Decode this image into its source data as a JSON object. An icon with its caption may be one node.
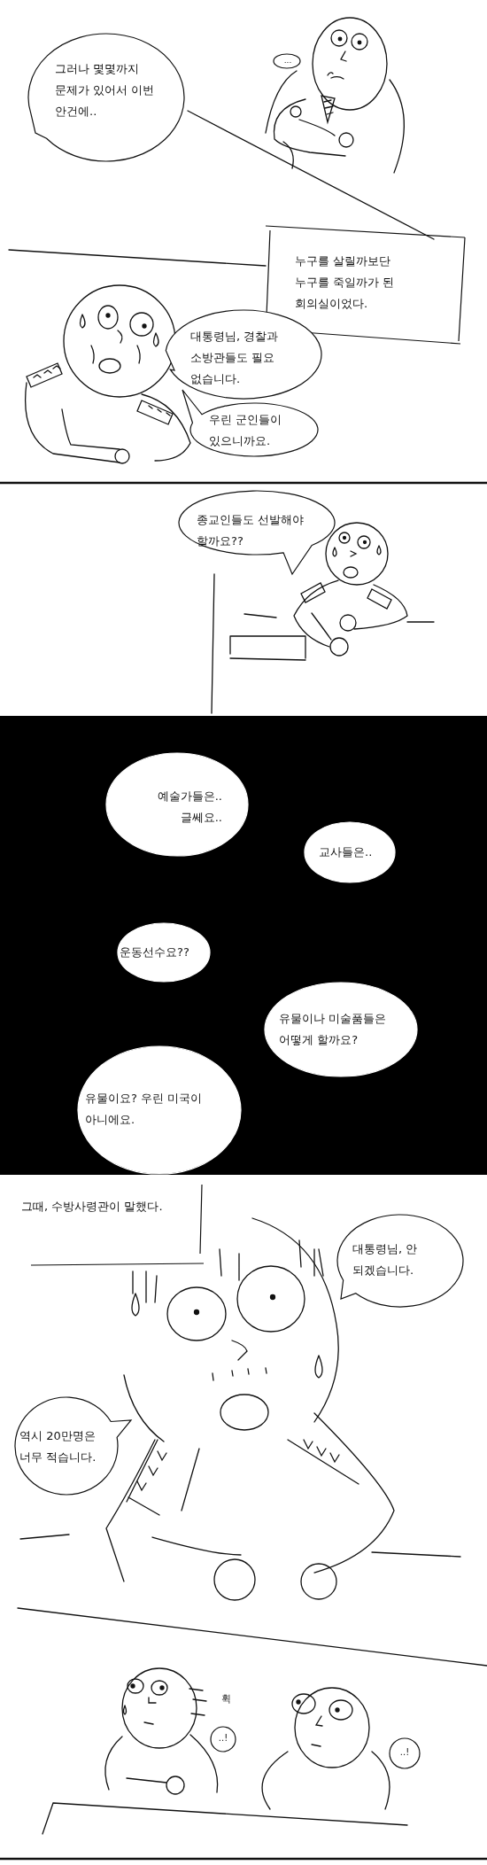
{
  "diagram": {
    "nodes": [
      {
        "text": [
          "그러나 몇몇까지 문제가 있어서 이번 안건에.."
        ]
      },
      {
        "text": [
          "..."
        ]
      },
      {
        "text": [
          "누구를 살릴까보단 누구를 죽일까가 된 회의실이었다."
        ]
      },
      {
        "text": [
          "대통령님, 경찰과 소방관들도 필요 없습니다."
        ]
      },
      {
        "text": [
          "우린 군인들이 있으니까요."
        ]
      },
      {
        "text": [
          "종교인들도 선발해야 할까요??"
        ]
      },
      {
        "text": [
          "예술가들은.. 글쎄요.."
        ]
      },
      {
        "text": [
          "교사들은.."
        ]
      },
      {
        "text": [
          "운동선수요??"
        ]
      },
      {
        "text": [
          "유물이나 미술품들은 어떻게 할까요?"
        ]
      },
      {
        "text": [
          "유물이요? 우린 미국이 아니에요."
        ]
      },
      {
        "text": [
          "그때, 수방사령관이 말했다."
        ]
      },
      {
        "text": [
          "대통령님, 안 되겠습니다."
        ]
      },
      {
        "text": [
          "역시 20만명은 너무 적습니다."
        ]
      },
      {
        "text": [
          "..!"
        ]
      },
      {
        "text": [
          "..!"
        ]
      }
    ],
    "labels": [
      "휙"
    ]
  }
}
